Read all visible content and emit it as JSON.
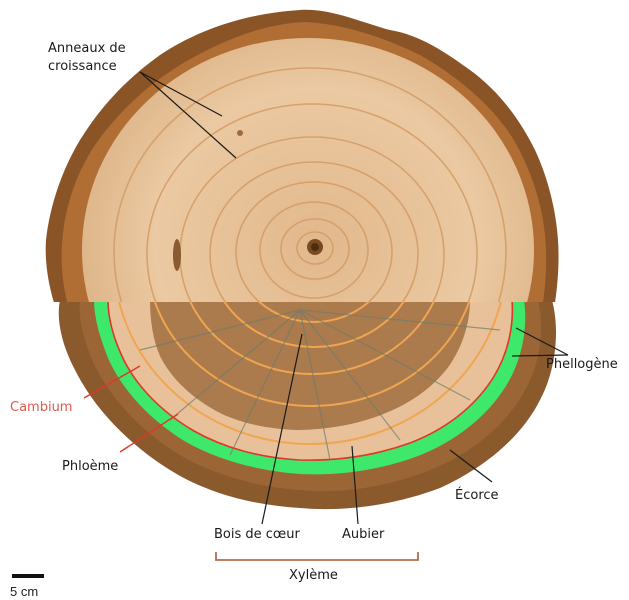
{
  "labels": {
    "growth_rings": [
      "Anneaux de",
      "croissance"
    ],
    "phellogen": "Phellogène",
    "cambium": "Cambium",
    "phloem": "Phloème",
    "bark": "Écorce",
    "heartwood": "Bois de cœur",
    "sapwood": "Aubier",
    "xylem": "Xylème"
  },
  "scale_bar": {
    "label": "5 cm"
  },
  "colors": {
    "label_text": "#1a1a1a",
    "cambium_text": "#e05a4f",
    "cambium_line": "#e0362b",
    "phloem_green": "#3ee86a",
    "bark_outer": "#8a5a2c",
    "wood_light": "#e9c39b",
    "heartwood_dark": "#9a6a3c",
    "xylem_bracket": "#b0704a"
  }
}
